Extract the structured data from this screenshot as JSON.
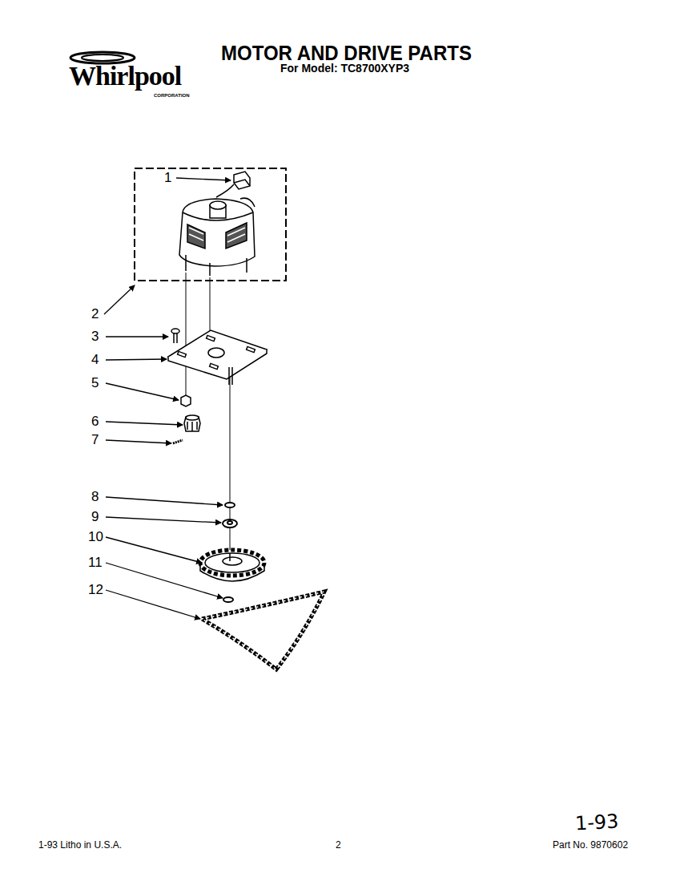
{
  "diagram": {
    "title": "MOTOR AND DRIVE PARTS",
    "labels": [
      "Whirlpool",
      "CORPORATION",
      "For Model: TC8700XYP3",
      "1",
      "2",
      "3",
      "4",
      "5",
      "6",
      "7",
      "8",
      "9",
      "10",
      "11",
      "12",
      "1-93 Litho in U.S.A.",
      "2",
      "1-93",
      "Part No. 9870602"
    ]
  }
}
